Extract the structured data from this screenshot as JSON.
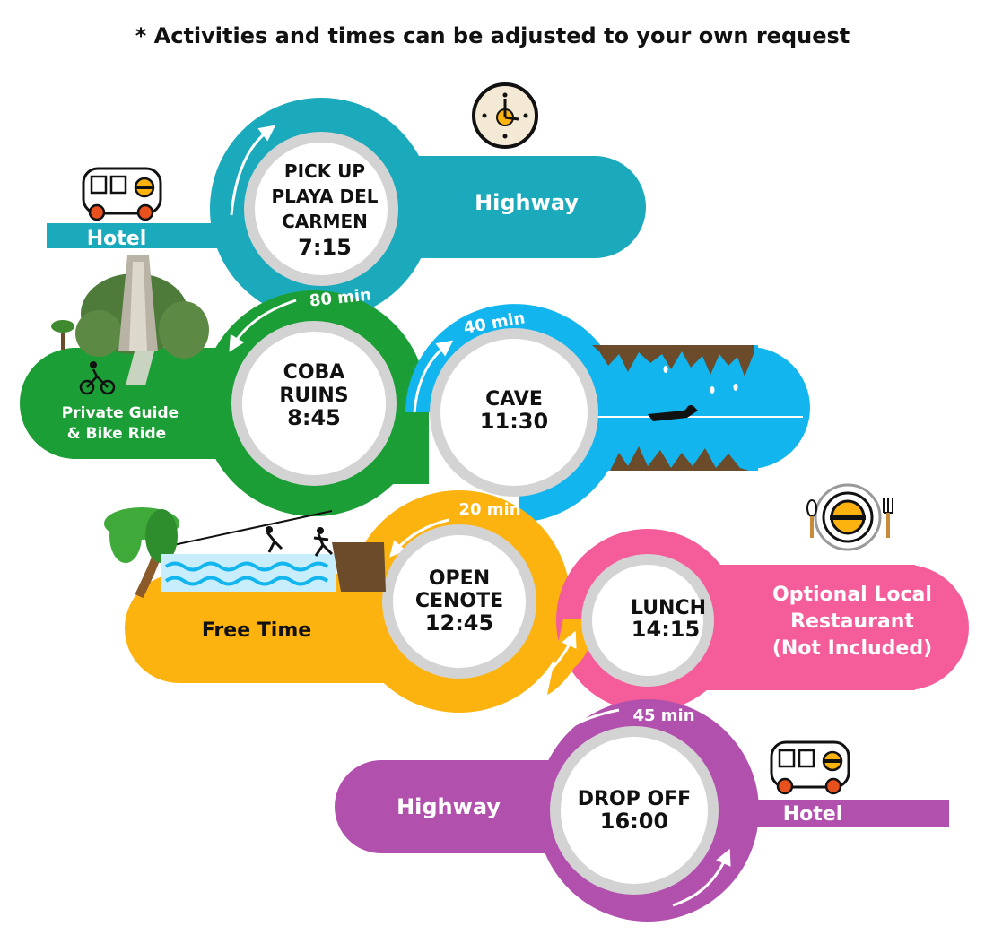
{
  "note": "* Activities and times can be adjusted to your own request",
  "colors": {
    "teal": "#1AAABC",
    "green": "#1C9E36",
    "sky": "#12B5EE",
    "orange": "#FCB30F",
    "pink": "#F45C9A",
    "purple": "#B250AE",
    "ring": "#D3D3D3",
    "brown": "#6B4B2A"
  },
  "stops": {
    "pickup": {
      "line1": "PICK UP",
      "line2": "PLAYA DEL",
      "line3": "CARMEN",
      "time": "7:15"
    },
    "coba": {
      "line1": "COBA",
      "line2": "RUINS",
      "time": "8:45"
    },
    "cave": {
      "line1": "CAVE",
      "time": "11:30"
    },
    "cenote": {
      "line1": "OPEN",
      "line2": "CENOTE",
      "time": "12:45"
    },
    "lunch": {
      "line1": "LUNCH",
      "time": "14:15"
    },
    "dropoff": {
      "line1": "DROP OFF",
      "time": "16:00"
    }
  },
  "labels": {
    "hotel_start": "Hotel",
    "highway_top": "Highway",
    "guide_line1": "Private Guide",
    "guide_line2": "& Bike Ride",
    "free_time": "Free Time",
    "lunch_line1": "Optional Local",
    "lunch_line2": "Restaurant",
    "lunch_line3": "(Not Included)",
    "highway_bottom": "Highway",
    "hotel_end": "Hotel"
  },
  "durations": {
    "to_coba": "80 min",
    "to_cave": "40 min",
    "to_cenote": "20 min",
    "to_dropoff": "45 min"
  }
}
